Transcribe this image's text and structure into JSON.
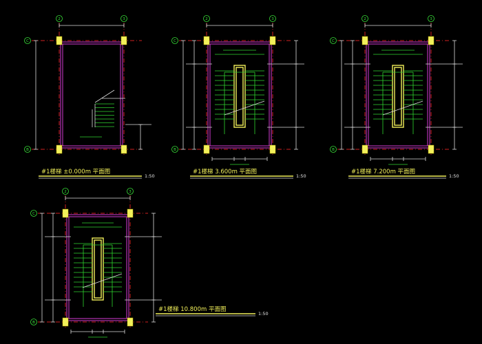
{
  "plans": [
    {
      "id": "plan-1",
      "title": "#1楼梯 ±0.000m 平面图",
      "scale": "1:50",
      "grid_top": [
        "2",
        "3"
      ],
      "grid_left": [
        "C",
        "B"
      ]
    },
    {
      "id": "plan-2",
      "title": "#1楼梯 3.600m 平面图",
      "scale": "1:50",
      "grid_top": [
        "2",
        "3"
      ],
      "grid_left": [
        "C",
        "B"
      ]
    },
    {
      "id": "plan-3",
      "title": "#1楼梯 7.200m 平面图",
      "scale": "1:50",
      "grid_top": [
        "2",
        "3"
      ],
      "grid_left": [
        "C",
        "B"
      ]
    },
    {
      "id": "plan-4",
      "title": "#1楼梯 10.800m 平面图",
      "scale": "1:50",
      "grid_top": [
        "2",
        "3"
      ],
      "grid_left": [
        "C",
        "B"
      ]
    }
  ],
  "colors": {
    "background": "#000000",
    "dimension": "#dcdcdc",
    "axis": "#d02020",
    "stair": "#2fd62f",
    "column": "#f2f05a",
    "wall": "#d63cd6",
    "title": "#f2f05a"
  }
}
